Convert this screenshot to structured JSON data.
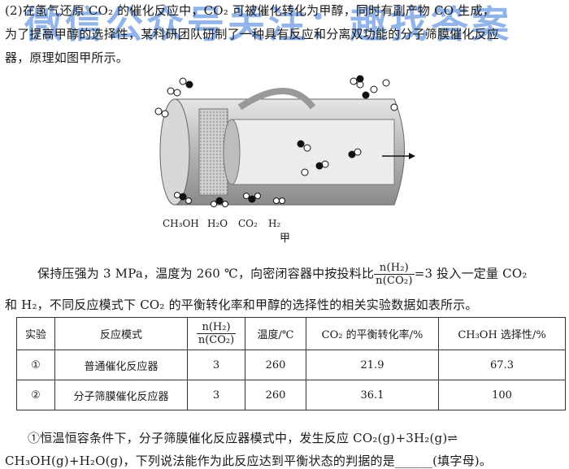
{
  "watermark": "微信公众号关注：趣找答案",
  "paragraph1": {
    "line1": "(2)在氢气还原 CO₂ 的催化反应中，CO₂ 可被催化转化为甲醇，同时有副产物 CO 生成，",
    "line2": "为了提高甲醇的选择性，某科研团队研制了一种具有反应和分离双功能的分子筛膜催化反应",
    "line3": "器，原理如图甲所示。"
  },
  "figure": {
    "labels": [
      "CH₃OH",
      "H₂O",
      "CO₂",
      "H₂"
    ],
    "caption": "甲"
  },
  "paragraph2": {
    "line1_before": "保持压强为 3 MPa，温度为 260 ℃，向密闭容器中按投料比",
    "ratio_num": "n(H₂)",
    "ratio_den": "n(CO₂)",
    "line1_after": "=3 投入一定量 CO₂",
    "line2": "和 H₂，不同反应模式下 CO₂ 的平衡转化率和甲醇的选择性的相关实验数据如表所示。"
  },
  "table": {
    "headers": [
      "实验",
      "反应模式",
      "n(H₂)/n(CO₂)",
      "温度/℃",
      "CO₂ 的平衡转化率/%",
      "CH₃OH 选择性/%"
    ],
    "header_ratio_num": "n(H₂)",
    "header_ratio_den": "n(CO₂)",
    "rows": [
      [
        "①",
        "普通催化反应器",
        "3",
        "260",
        "21.9",
        "67.3"
      ],
      [
        "②",
        "分子筛膜催化反应器",
        "3",
        "260",
        "36.1",
        "100"
      ]
    ]
  },
  "paragraph3": {
    "line1": "①恒温恒容条件下，分子筛膜催化反应器模式中，发生反应 CO₂(g)+3H₂(g)⇌",
    "line2": "CH₃OH(g)+H₂O(g)，下列说法能作为此反应达到平衡状态的判据的是______(填字母)。"
  }
}
